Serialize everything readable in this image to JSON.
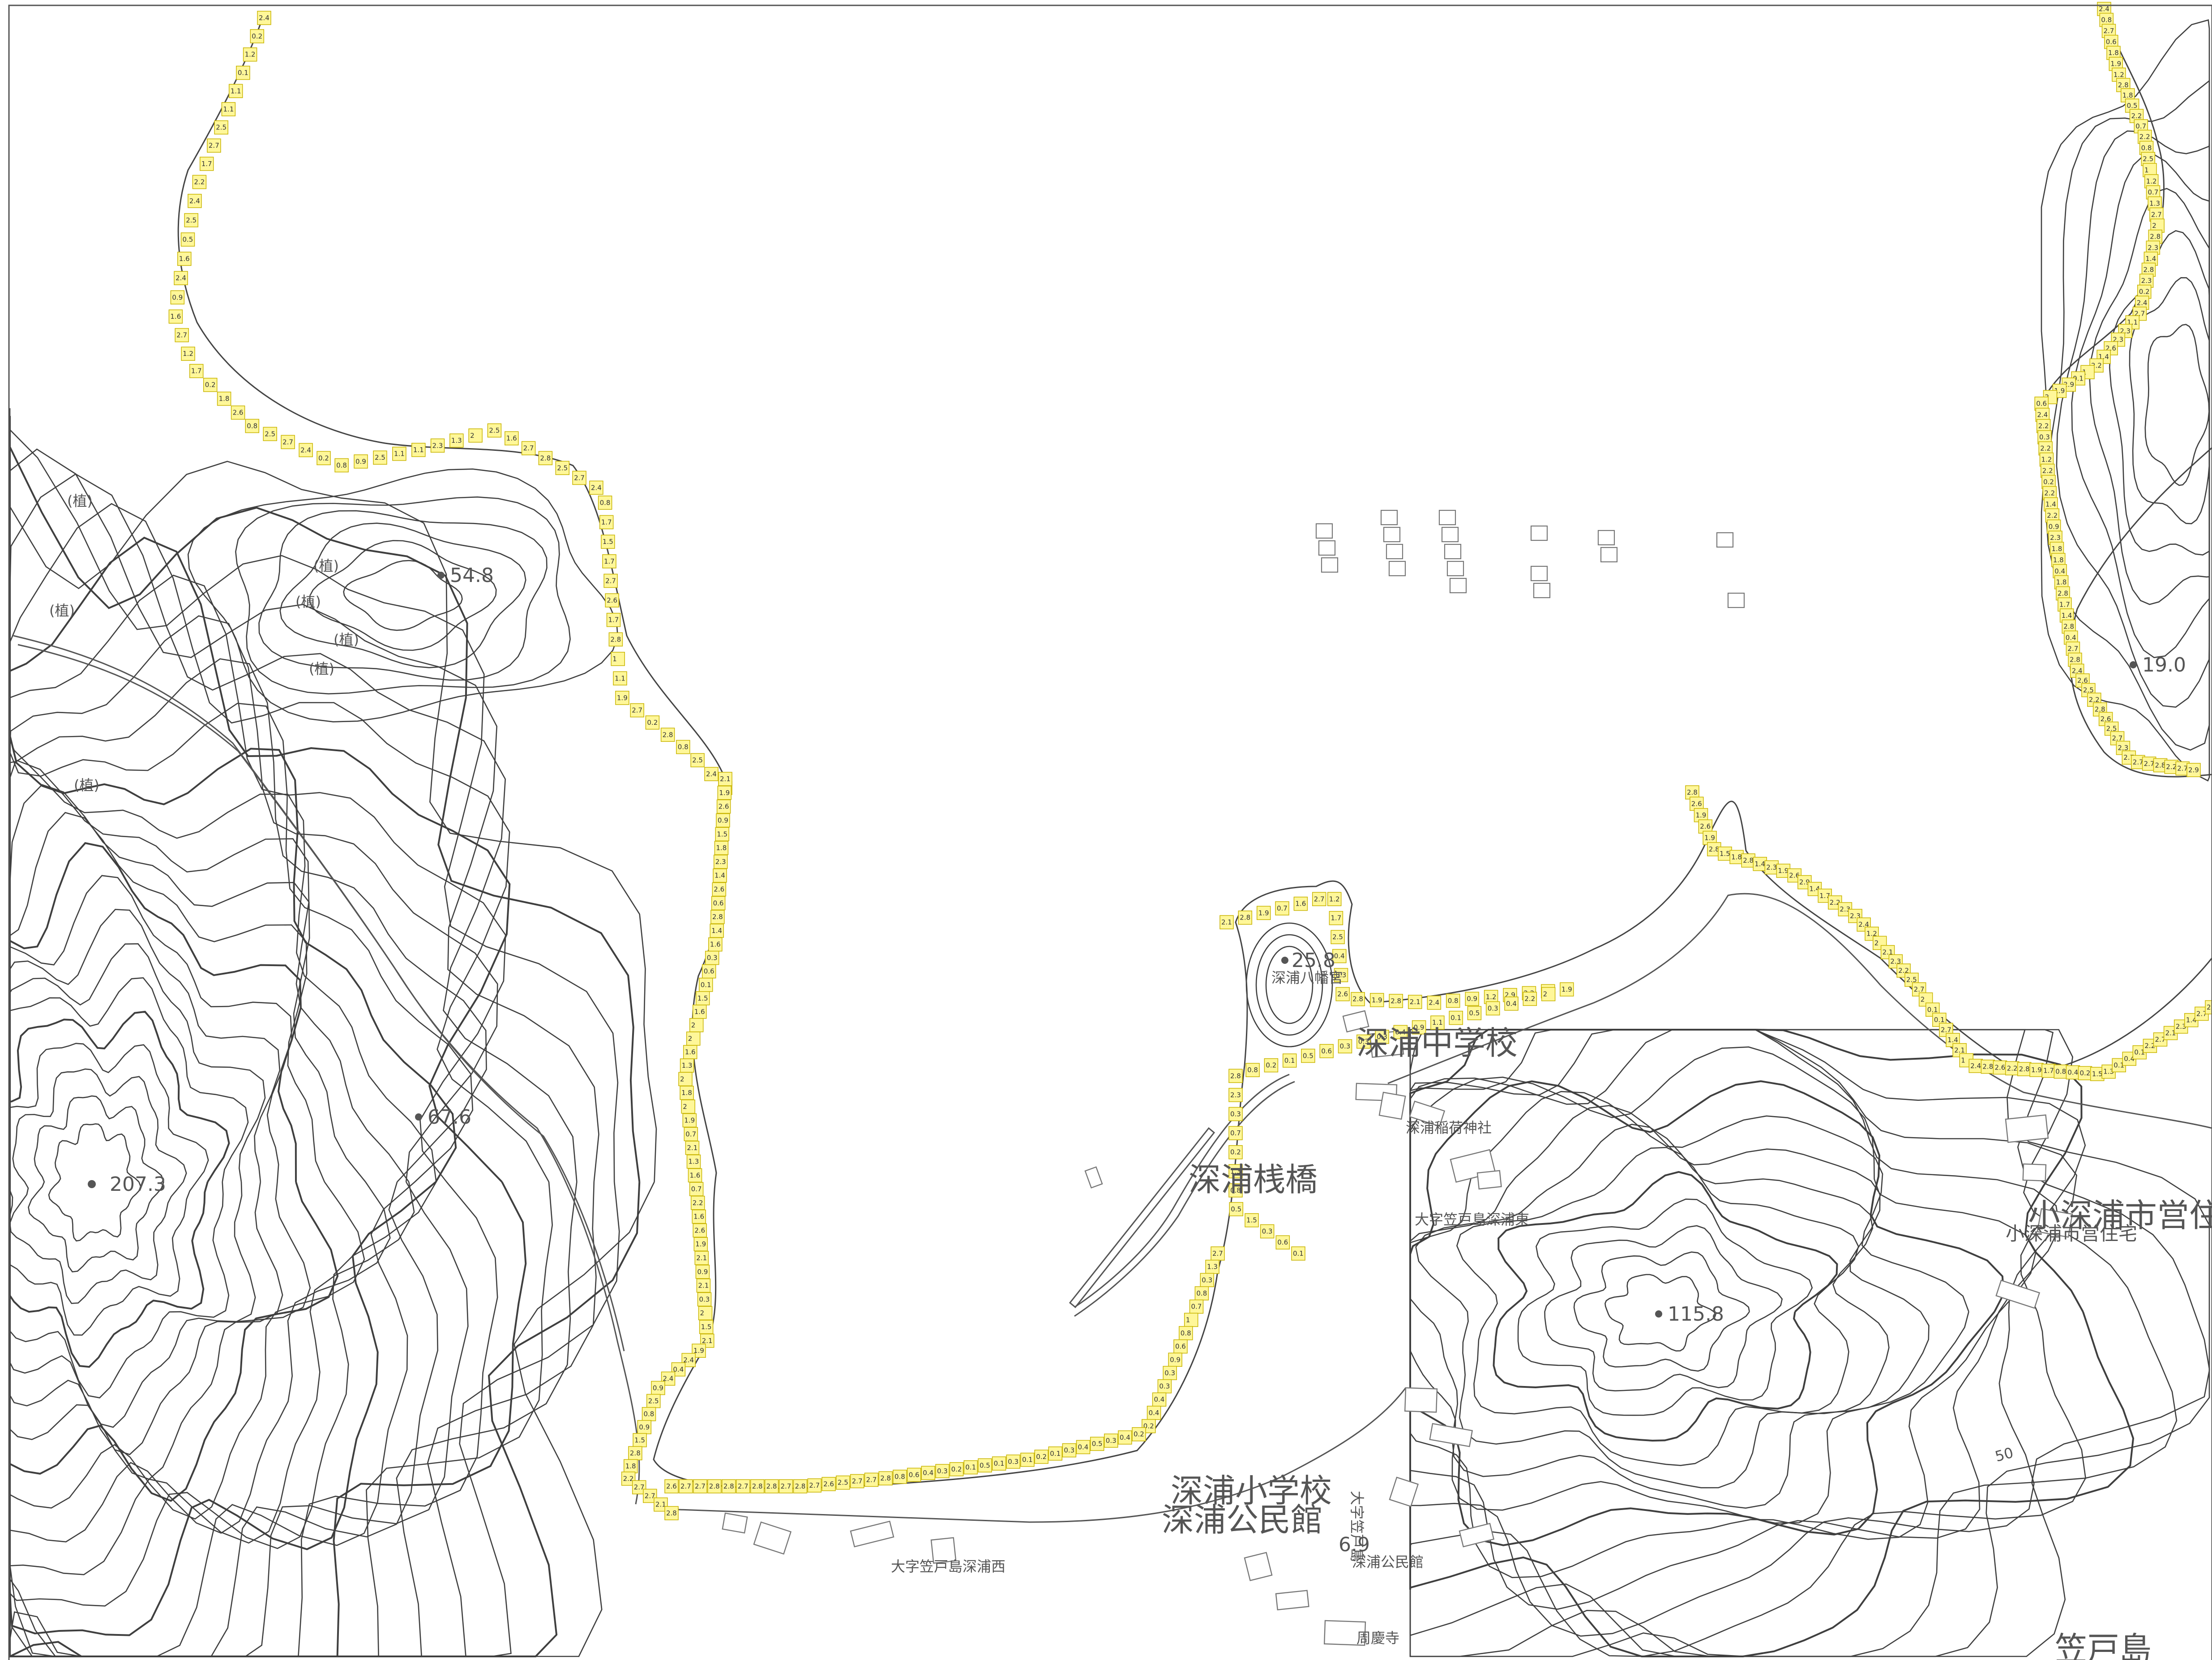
{
  "map": {
    "elevations": [
      "54.8",
      "67.6",
      "207.3",
      "25.8",
      "115.8",
      "19.0",
      "6.9"
    ],
    "contour_labels": [
      "50"
    ],
    "vegetation_symbol": "(植)",
    "place_labels": {
      "chugakko": "深浦中学校",
      "sanbashi": "深浦桟橋",
      "shogakko": "深浦小学校",
      "kominkan": "深浦公民館",
      "shiei": "小深浦市営住",
      "shiei_jutaku": "小深浦市営住宅",
      "hachimangu": "深浦八幡宮",
      "inari": "深浦稲荷神社",
      "oaza_higashi": "大字笠戸島深浦東",
      "oaza_nishi": "大字笠戸島深浦西",
      "oaza_road": "大字笠戸島",
      "kasado": "笠戸島",
      "jiin": "周慶寺",
      "kominkan_small": "深浦公民館"
    },
    "depth_cells": [
      {
        "group": "nw-shore",
        "values": [
          "2.4",
          "0.2",
          "1.2",
          "0.1",
          "1.1",
          "1.1",
          "2.5",
          "2.7",
          "1.7",
          "2.2",
          "2.4",
          "2.5",
          "0.5",
          "1.6",
          "2.4",
          "0.9",
          "1.6",
          "2.7",
          "1.2",
          "1.7",
          "0.2",
          "1.8",
          "2.6",
          "0.8",
          "2.5",
          "2.7",
          "2.4",
          "0.2",
          "0.8",
          "0.9",
          "2.5",
          "1.1",
          "1.1",
          "2.3",
          "1.3",
          "2",
          "2.5",
          "1.6",
          "2.7",
          "2.8",
          "2.5",
          "2.7",
          "2.4",
          "0.8",
          "1.7",
          "1.5",
          "1.7",
          "2.7",
          "2.6",
          "1.7",
          "2.8",
          "1",
          "1.1",
          "1.9",
          "2.7",
          "0.2",
          "2.8",
          "0.8",
          "2.5",
          "2.4",
          "2.5"
        ]
      },
      {
        "group": "w-shore",
        "values": [
          "2.1",
          "1.9",
          "2.6",
          "0.9",
          "1.5",
          "1.8",
          "2.3",
          "1.4",
          "2.6",
          "0.6",
          "2.8",
          "1.4",
          "1.6",
          "0.3",
          "0.6",
          "0.1",
          "1.5",
          "1.6",
          "2",
          "2",
          "1.6",
          "1.3",
          "2",
          "1.8",
          "2",
          "1.9",
          "0.7",
          "2.1",
          "1.3",
          "1.6",
          "0.7",
          "2.2",
          "1.6",
          "2.6",
          "1.9",
          "2.1",
          "0.9",
          "2.1",
          "0.3",
          "2",
          "1.5",
          "2.1",
          "1.9",
          "2.4",
          "0.4",
          "2.4",
          "0.9",
          "2.5",
          "0.8",
          "0.9",
          "1.5",
          "2.8",
          "1.8",
          "2.2",
          "2.7",
          "2.7",
          "2.1",
          "2.8"
        ]
      },
      {
        "group": "ne-shore",
        "values": [
          "2.4",
          "0.8",
          "2.7",
          "0.6",
          "1.8",
          "1.9",
          "1.2",
          "2.8",
          "1.8",
          "0.5",
          "2.2",
          "0.7",
          "2.2",
          "0.8",
          "2.5",
          "1",
          "1.2",
          "0.7",
          "1.3",
          "2.7",
          "2",
          "2.8",
          "2.3",
          "1.4",
          "2.8",
          "2.3",
          "0.2",
          "2.4",
          "2.7",
          "1.1",
          "2.3",
          "2.3",
          "2.6",
          "1.4",
          "2.2",
          "1",
          "0.1",
          "2.9",
          "1.9",
          "2",
          "0.6",
          "2.4",
          "2.2",
          "0.3",
          "2.2",
          "1.2",
          "2.2",
          "0.2",
          "2.2",
          "1.4",
          "2.2",
          "0.9",
          "2.3",
          "1.8",
          "1.8",
          "0.4",
          "1.8",
          "2.8",
          "1.7",
          "1.4",
          "2.8",
          "0.4",
          "2.7",
          "2.8",
          "2.4",
          "2.6",
          "2.5",
          "2.2",
          "2.8",
          "2.6",
          "2.5",
          "2.7",
          "2.3",
          "2.7",
          "2.7",
          "2.7",
          "2.8",
          "2.2",
          "2.7",
          "2.9"
        ]
      },
      {
        "group": "harbor-east",
        "values": [
          "2.8",
          "2.6",
          "1.9",
          "2.6",
          "1.9",
          "2.8",
          "1.5",
          "1.8",
          "2.8",
          "1.4",
          "2.3",
          "1.9",
          "2.6",
          "2.9",
          "1.4",
          "1.7",
          "2.2",
          "2.3",
          "2.3",
          "2.4",
          "1.2",
          "2",
          "2.1",
          "2.3",
          "2.2",
          "2.5",
          "2.7",
          "2",
          "0.1",
          "0.1",
          "2.7",
          "1.4",
          "2.1",
          "1",
          "2.4",
          "2.8",
          "2.6",
          "2.2",
          "2.8",
          "1.9",
          "1.7",
          "0.8",
          "0.4",
          "0.2",
          "1.5",
          "1.3",
          "0.1",
          "0.4",
          "0.1",
          "2.2",
          "2.7",
          "2.1",
          "2.3",
          "1.4",
          "2.7",
          "2.6"
        ]
      },
      {
        "group": "harbor-center",
        "values": [
          "2.1",
          "2.8",
          "1.9",
          "0.7",
          "1.6",
          "2.7",
          "1.2",
          "1.7",
          "2.5",
          "0.4",
          "0.3",
          "2.6",
          "2.8",
          "1.9",
          "2.8",
          "2.1",
          "2.4",
          "0.8",
          "0.9",
          "1.2",
          "2.9",
          "2.2",
          "2.1",
          "1.9",
          "2",
          "2.2",
          "0.4",
          "0.3",
          "0.5",
          "0.1",
          "1.1",
          "0.9",
          "0.4",
          "0.3",
          "0.3",
          "0.3",
          "0.6",
          "0.5",
          "0.1",
          "0.2",
          "0.8",
          "2.8",
          "2.3",
          "0.3",
          "0.7",
          "0.2",
          "1.3",
          "0.8",
          "0.5",
          "1.5",
          "0.3",
          "0.6",
          "0.1"
        ]
      },
      {
        "group": "harbor-west",
        "values": [
          "2.7",
          "1.3",
          "0.3",
          "0.8",
          "0.7",
          "1",
          "0.8",
          "0.6",
          "0.9",
          "0.3",
          "0.3",
          "0.4",
          "0.4",
          "0.2",
          "0.2",
          "0.4",
          "0.3",
          "0.5",
          "0.4",
          "0.3",
          "0.1",
          "0.2",
          "0.1",
          "0.3",
          "0.1",
          "0.5",
          "0.1",
          "0.2",
          "0.3",
          "0.4",
          "0.6",
          "0.8",
          "2.8",
          "2.7",
          "2.7",
          "2.5",
          "2.6",
          "2.7",
          "2.8",
          "2.7",
          "2.8",
          "2.8",
          "2.7",
          "2.8",
          "2.8",
          "2.7",
          "2.7",
          "2.6"
        ]
      }
    ]
  }
}
